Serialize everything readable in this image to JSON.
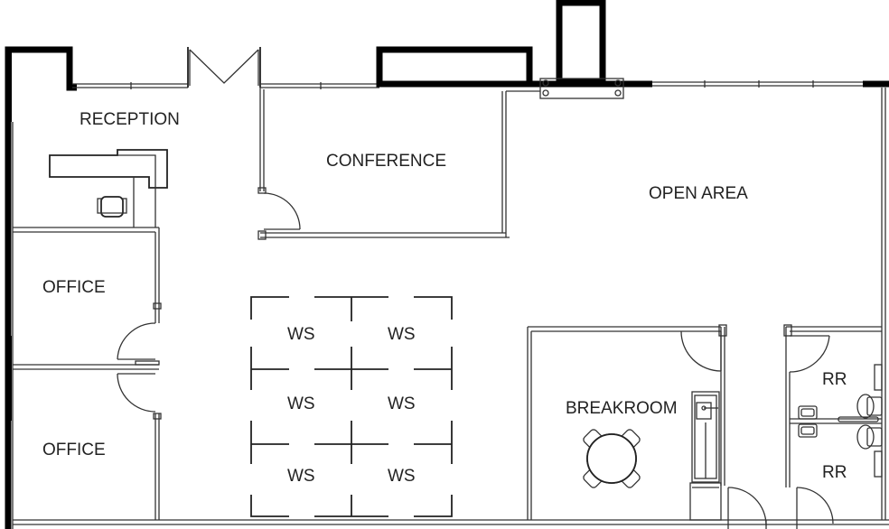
{
  "rooms": {
    "reception": "RECEPTION",
    "conference": "CONFERENCE",
    "open_area": "OPEN AREA",
    "office_1": "OFFICE",
    "office_2": "OFFICE",
    "breakroom": "BREAKROOM",
    "restroom_1": "RR",
    "restroom_2": "RR"
  },
  "workstations": {
    "ws_1": "WS",
    "ws_2": "WS",
    "ws_3": "WS",
    "ws_4": "WS",
    "ws_5": "WS",
    "ws_6": "WS"
  }
}
